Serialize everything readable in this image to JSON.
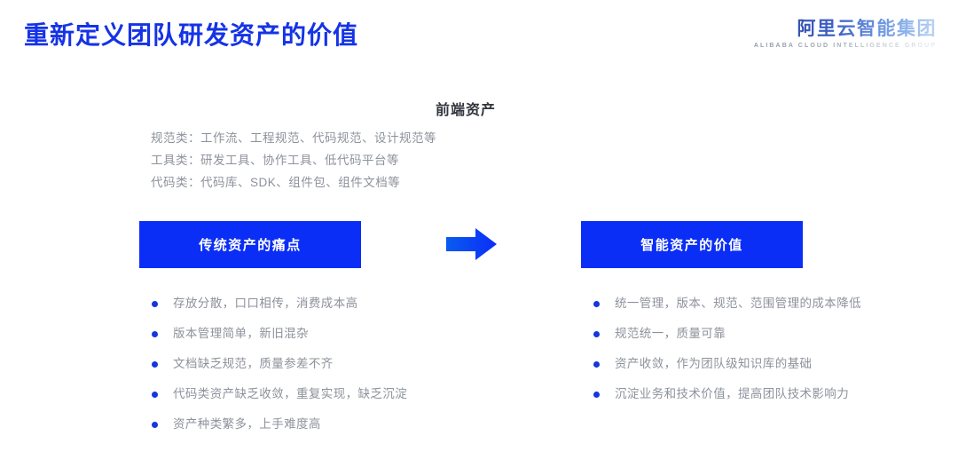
{
  "slide": {
    "title": "重新定义团队研发资产的价值",
    "title_color": "#1535e0",
    "background_color": "#ffffff"
  },
  "logo": {
    "name_cn": "阿里云智能集团",
    "name_en": "ALIBABA CLOUD INTELLIGENCE GROUP"
  },
  "asset_overview": {
    "heading": "前端资产",
    "lines": [
      "规范类：工作流、工程规范、代码规范、设计规范等",
      "工具类：研发工具、协作工具、低代码平台等",
      "代码类：代码库、SDK、组件包、组件文档等"
    ]
  },
  "arrow": {
    "icon": "arrow-right-icon",
    "color_start": "#0a5bf0",
    "color_end": "#0b2ef6"
  },
  "columns": [
    {
      "id": "traditional",
      "header": "传统资产的痛点",
      "header_bg": "#0b2ef6",
      "bullets": [
        "存放分散，口口相传，消费成本高",
        "版本管理简单，新旧混杂",
        "文档缺乏规范，质量参差不齐",
        "代码类资产缺乏收敛，重复实现，缺乏沉淀",
        "资产种类繁多，上手难度高"
      ]
    },
    {
      "id": "intelligent",
      "header": "智能资产的价值",
      "header_bg": "#0b2ef6",
      "bullets": [
        "统一管理，版本、规范、范围管理的成本降低",
        "规范统一，质量可靠",
        "资产收敛，作为团队级知识库的基础",
        "沉淀业务和技术价值，提高团队技术影响力"
      ]
    }
  ]
}
